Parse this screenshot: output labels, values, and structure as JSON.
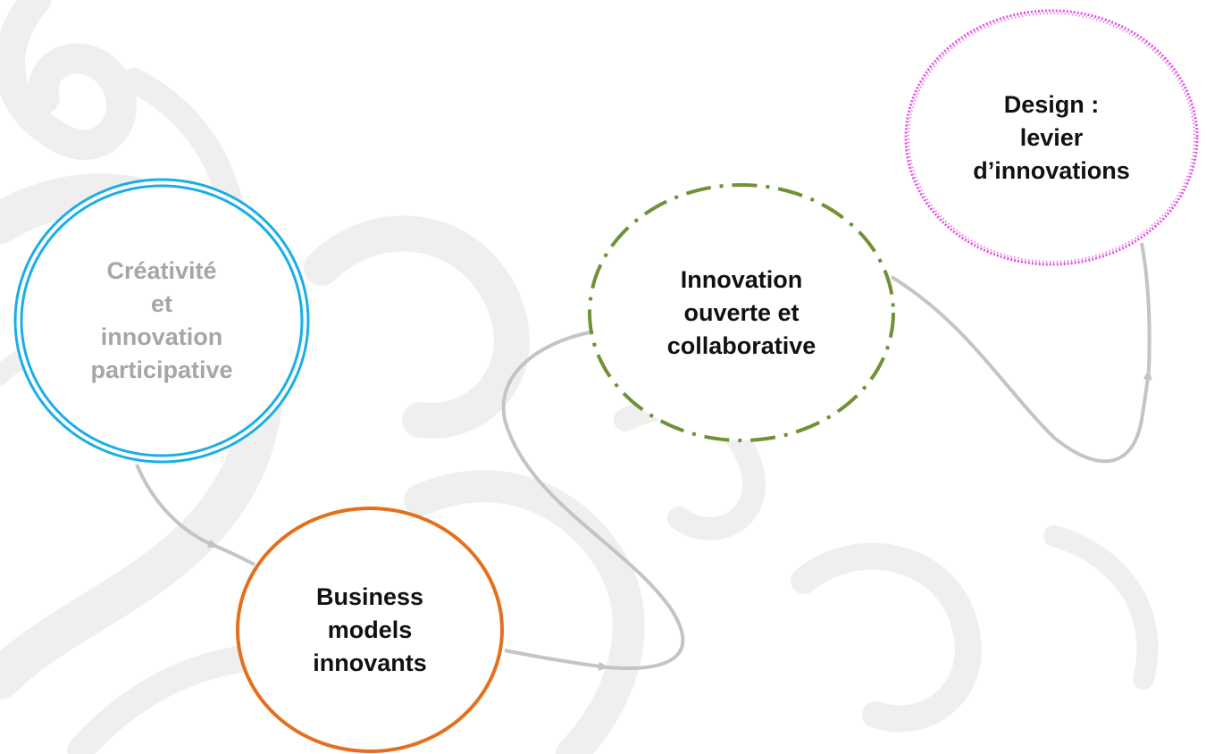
{
  "nodes": [
    {
      "id": "creativite",
      "lines": [
        "Créativité",
        "et",
        "innovation",
        "participative"
      ],
      "border_color": "#1aaee6",
      "border_style": "double",
      "text_color": "#a6a6a6"
    },
    {
      "id": "business",
      "lines": [
        "Business",
        "models",
        "innovants"
      ],
      "border_color": "#e3701e",
      "border_style": "solid",
      "text_color": "#111111"
    },
    {
      "id": "innovation",
      "lines": [
        "Innovation",
        "ouverte et",
        "collaborative"
      ],
      "border_color": "#6f9236",
      "border_style": "dash-dot",
      "text_color": "#111111"
    },
    {
      "id": "design",
      "lines": [
        "Design :",
        "levier",
        "d’innovations"
      ],
      "border_color": "#e64ee6",
      "border_style": "dotted",
      "text_color": "#111111"
    }
  ],
  "connector_color": "#c4c4c4",
  "background_swirl_color": "#efefef"
}
